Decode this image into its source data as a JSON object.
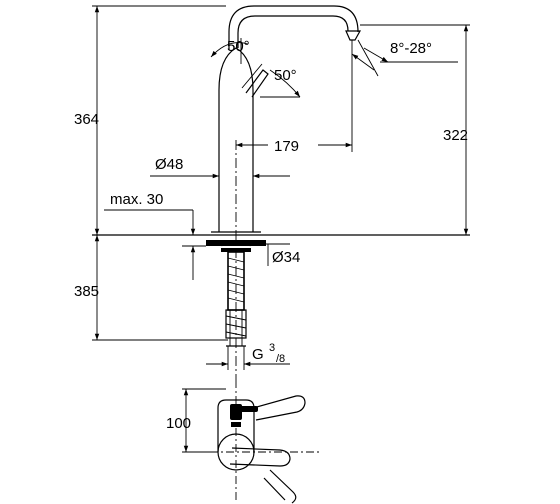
{
  "dimensions": {
    "overall_height_above_deck": "364",
    "spout_height": "322",
    "below_deck_length": "385",
    "spout_reach": "179",
    "body_diameter": "Ø48",
    "mounting_hole_diameter": "Ø34",
    "max_deck_thickness": "max. 30",
    "handle_angle_top": "50°",
    "handle_angle_side": "50°",
    "spout_outlet_angle": "8°-28°",
    "connection_thread_main": "G",
    "connection_thread_sup": "3",
    "connection_thread_sub": "/8",
    "plan_view_clearance": "100"
  },
  "colors": {
    "line": "#000000",
    "background": "#ffffff"
  }
}
